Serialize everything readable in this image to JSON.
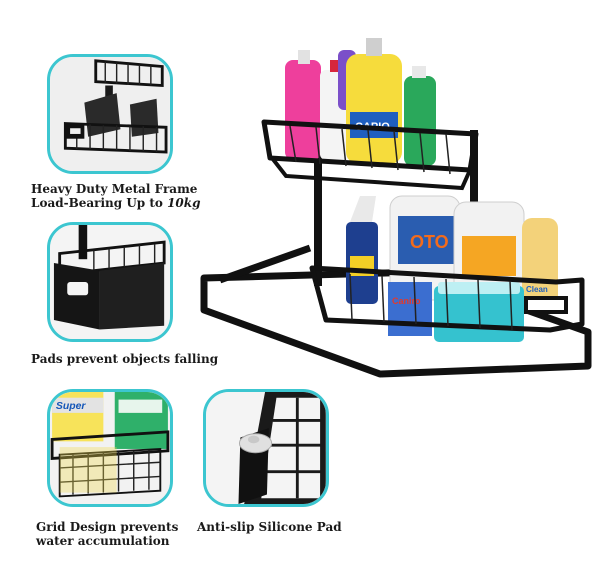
{
  "features": [
    {
      "line1": "Heavy Duty Metal Frame",
      "line2_prefix": "Load-Bearing Up to ",
      "line2_emphasis": "10kg"
    },
    {
      "line1": "Pads prevent objects falling"
    },
    {
      "line1": "Grid Design prevents",
      "line2": "water accumulation"
    },
    {
      "line1": "Anti-slip Silicone Pad"
    }
  ],
  "labels": {
    "brand_super": "Super",
    "brand_oto": "OTO",
    "brand_capio": "CAPIO",
    "brand_caniro": "Caniro",
    "brand_clean": "Clean"
  },
  "colors": {
    "frame_border": "#3cc6d0",
    "metal": "#111111"
  }
}
